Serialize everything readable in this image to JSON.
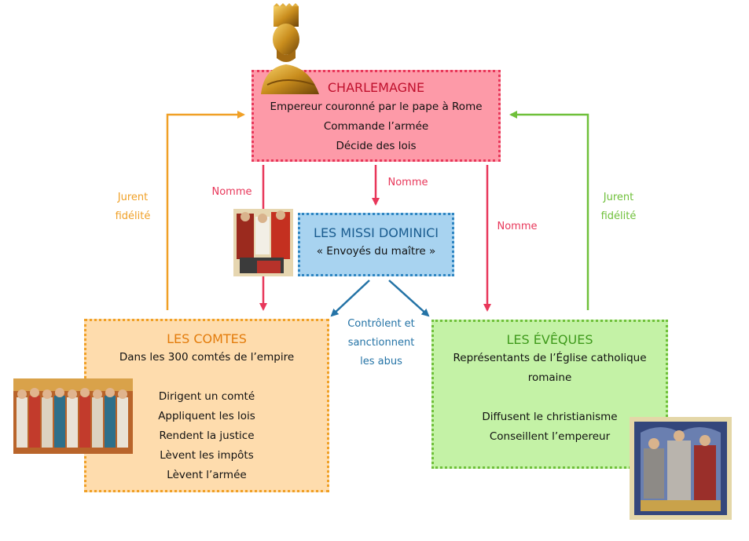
{
  "charlemagne": {
    "title": "CHARLEMAGNE",
    "lines": [
      "Empereur couronné par le pape à Rome",
      "Commande l’armée",
      "Décide des lois"
    ]
  },
  "missi": {
    "title": "LES MISSI DOMINICI",
    "subtitle": "«  Envoyés du maître  »"
  },
  "comtes": {
    "title": "LES COMTES",
    "intro": "Dans les 300 comtés de l’empire",
    "lines": [
      "Dirigent un comté",
      "Appliquent les lois",
      "Rendent la justice",
      "Lèvent les impôts",
      "Lèvent l’armée"
    ]
  },
  "eveques": {
    "title": "LES ÉVÊQUES",
    "intro": [
      "Représentants de l’Église catholique",
      "romaine"
    ],
    "lines": [
      "Diffusent le christianisme",
      "Conseillent l’empereur"
    ]
  },
  "labels": {
    "nomme_left": "Nomme",
    "nomme_center": "Nomme",
    "nomme_right": "Nomme",
    "jurent_left": [
      "Jurent",
      "fidélité"
    ],
    "jurent_right": [
      "Jurent",
      "fidélité"
    ],
    "controlent": [
      "Contrôlent et",
      "sanctionnent",
      "les abus"
    ]
  },
  "colors": {
    "red": "#e8375a",
    "orange": "#f0a026",
    "green": "#6fc03a",
    "blue": "#2473a6"
  }
}
